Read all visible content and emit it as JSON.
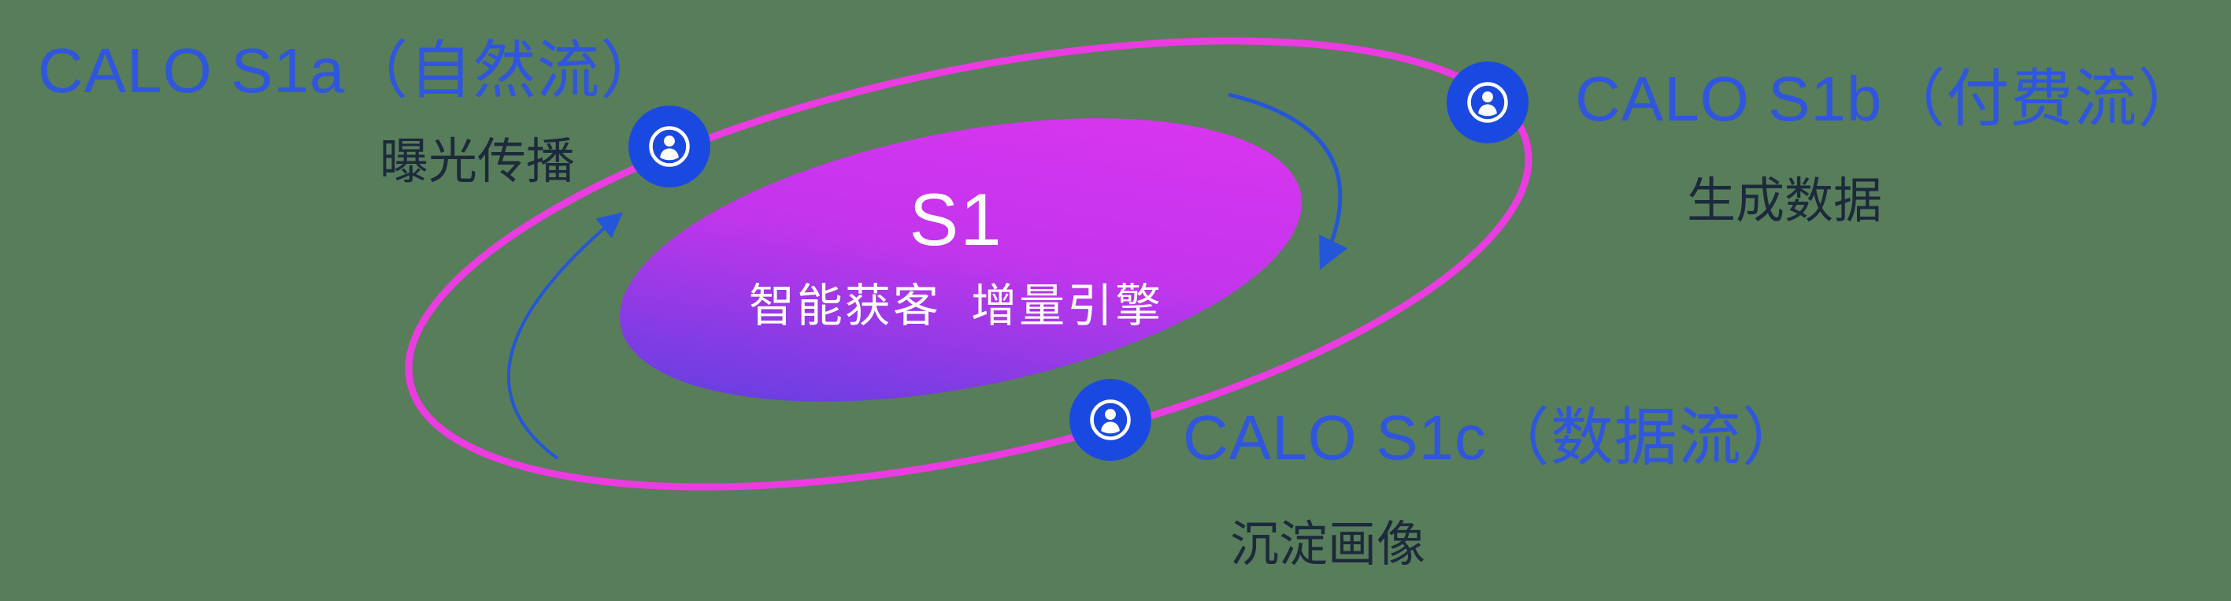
{
  "canvas": {
    "background_color": "#587d5a"
  },
  "core": {
    "title": "S1",
    "subtitle": "智能获客  增量引擎",
    "text_color": "#ffffff",
    "gradient_start_color": "#4b42dd",
    "gradient_mid_color": "#c235ec",
    "gradient_end_color": "#e135f0"
  },
  "orbit": {
    "ring_color": "#ea3ce0",
    "arrow_color": "#2456d8"
  },
  "label_color": "#2f56dd",
  "sublabel_color": "#1c2a3c",
  "node_color": "#1a49e2",
  "nodes": [
    {
      "id": "s1a",
      "label": "CALO S1a（自然流）",
      "sublabel": "曝光传播",
      "icon": "user-circle-icon"
    },
    {
      "id": "s1b",
      "label": "CALO S1b（付费流）",
      "sublabel": "生成数据",
      "icon": "user-circle-icon"
    },
    {
      "id": "s1c",
      "label": "CALO S1c（数据流）",
      "sublabel": "沉淀画像",
      "icon": "user-circle-icon"
    }
  ]
}
